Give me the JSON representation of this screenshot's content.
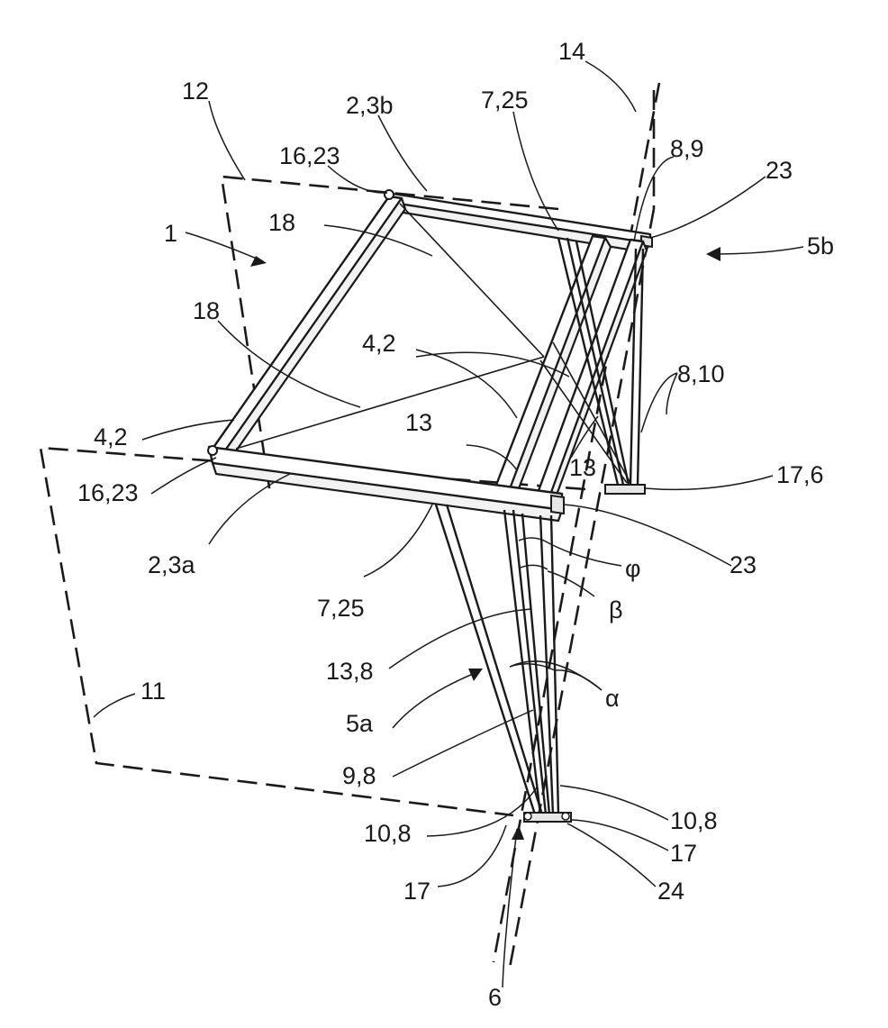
{
  "labels": {
    "l_1": "1",
    "l_12": "12",
    "l_14": "14",
    "l_2_3b": "2,3b",
    "l_7_25_top": "7,25",
    "l_16_23_top": "16,23",
    "l_8_9": "8,9",
    "l_23_top": "23",
    "l_18_top": "18",
    "l_5b": "5b",
    "l_18_mid": "18",
    "l_4_2_mid": "4,2",
    "l_8_10": "8,10",
    "l_4_2_left": "4,2",
    "l_13_a": "13",
    "l_13_b": "13",
    "l_17_6": "17,6",
    "l_16_23_left": "16,23",
    "l_2_3a": "2,3a",
    "l_23_right": "23",
    "l_phi": "φ",
    "l_7_25_bottom": "7,25",
    "l_beta": "β",
    "l_13_8": "13,8",
    "l_11": "11",
    "l_alpha": "α",
    "l_5a": "5a",
    "l_9_8": "9,8",
    "l_10_8_left": "10,8",
    "l_10_8_right": "10,8",
    "l_17_right": "17",
    "l_17_left": "17",
    "l_24": "24",
    "l_6": "6"
  }
}
